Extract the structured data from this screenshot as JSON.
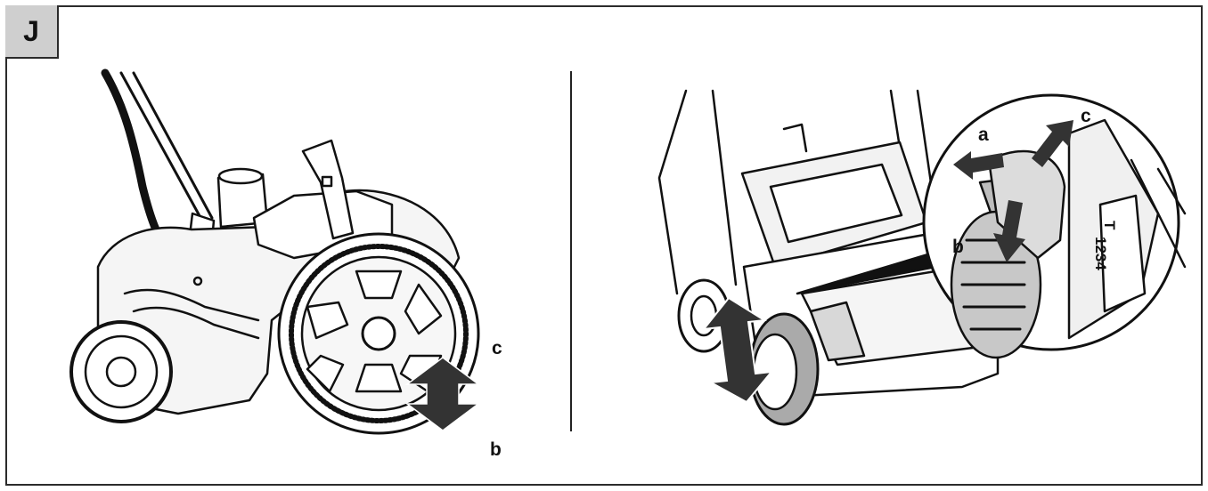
{
  "figure": {
    "tag": "J",
    "left_callouts": {
      "c": "c",
      "b": "b"
    },
    "right_callouts": {
      "a": "a",
      "b": "b",
      "c": "c"
    },
    "height_scale": "1234",
    "scale_mark": "T"
  },
  "colors": {
    "line": "#111111",
    "fill_light": "#f2f2f2",
    "fill_mid": "#bdbdbd",
    "fill_dark": "#333333",
    "tag_bg": "#cfcfcf"
  },
  "icons": [
    "up-down-arrow-icon",
    "direction-arrow-icon"
  ]
}
